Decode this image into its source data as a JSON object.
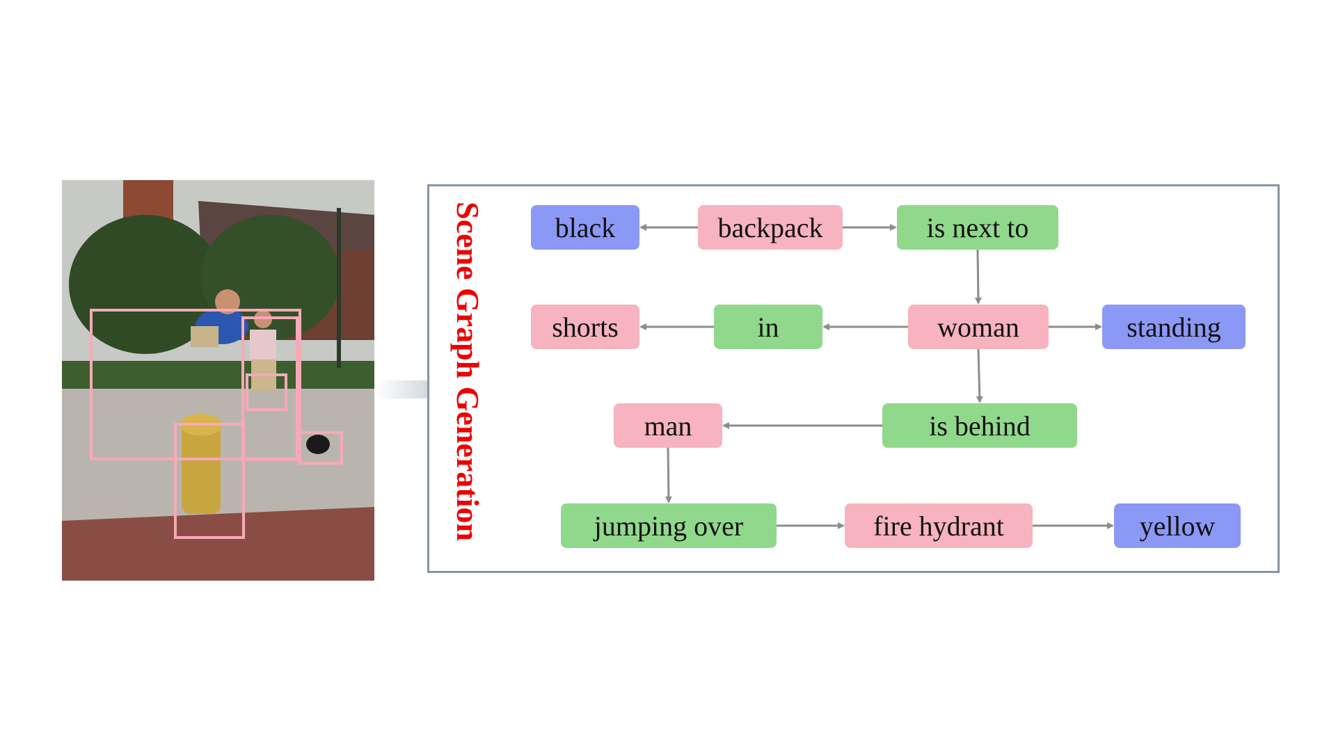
{
  "title": "Scene Graph Generation",
  "colors": {
    "object": "#f7b3bf",
    "attribute": "#8c98f5",
    "relation": "#90d98c",
    "title": "#ee0000",
    "panel_border": "#8794a6",
    "edge": "#8c8c8c",
    "bbox": "#f7a9b8"
  },
  "nodes": {
    "black": {
      "label": "black",
      "kind": "attribute"
    },
    "backpack": {
      "label": "backpack",
      "kind": "object"
    },
    "is_next_to": {
      "label": "is next to",
      "kind": "relation"
    },
    "shorts": {
      "label": "shorts",
      "kind": "object"
    },
    "in": {
      "label": "in",
      "kind": "relation"
    },
    "woman": {
      "label": "woman",
      "kind": "object"
    },
    "standing": {
      "label": "standing",
      "kind": "attribute"
    },
    "man": {
      "label": "man",
      "kind": "object"
    },
    "is_behind": {
      "label": "is behind",
      "kind": "relation"
    },
    "jumping_over": {
      "label": "jumping over",
      "kind": "relation"
    },
    "fire_hydrant": {
      "label": "fire hydrant",
      "kind": "object"
    },
    "yellow": {
      "label": "yellow",
      "kind": "attribute"
    }
  },
  "edges": [
    {
      "from": "backpack",
      "to": "black"
    },
    {
      "from": "backpack",
      "to": "is_next_to"
    },
    {
      "from": "is_next_to",
      "to": "woman"
    },
    {
      "from": "woman",
      "to": "in"
    },
    {
      "from": "in",
      "to": "shorts"
    },
    {
      "from": "woman",
      "to": "standing"
    },
    {
      "from": "woman",
      "to": "is_behind"
    },
    {
      "from": "is_behind",
      "to": "man"
    },
    {
      "from": "man",
      "to": "jumping_over"
    },
    {
      "from": "jumping_over",
      "to": "fire_hydrant"
    },
    {
      "from": "fire_hydrant",
      "to": "yellow"
    }
  ],
  "photo": {
    "boxes": [
      "man",
      "woman",
      "shorts",
      "backpack",
      "fire hydrant"
    ]
  }
}
